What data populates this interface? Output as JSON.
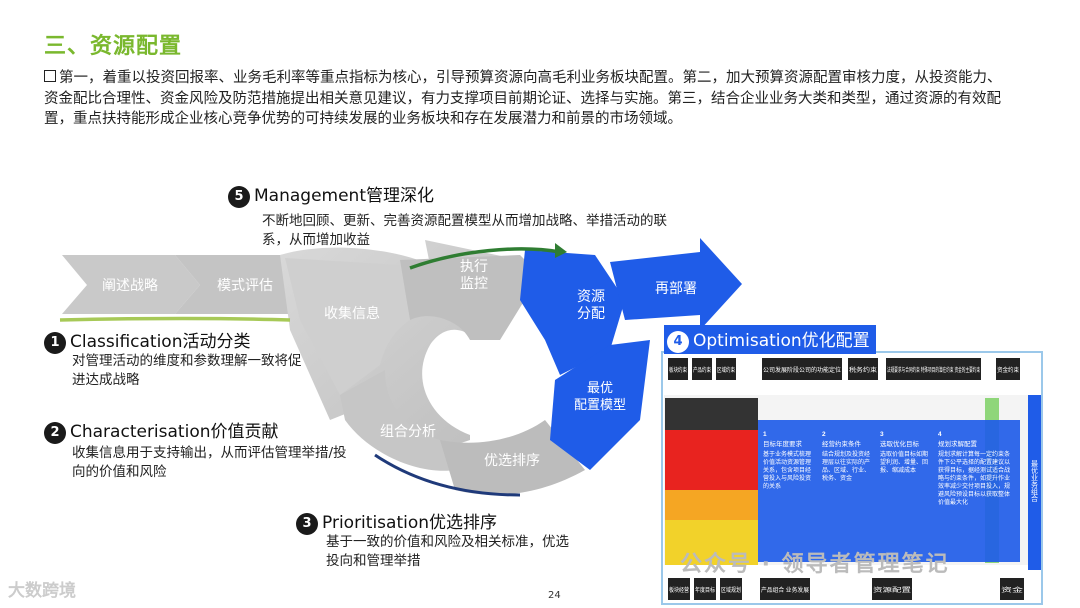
{
  "title": "三、资源配置",
  "intro": "第一，着重以投资回报率、业务毛利率等重点指标为核心，引导预算资源向高毛利业务板块配置。第二，加大预算资源配置审核力度，从投资能力、资金配比合理性、资金风险及防范措施提出相关意见建议，有力支撑项目前期论证、选择与实施。第三，结合企业业务大类和类型，通过资源的有效配置，重点扶持能形成企业核心竞争优势的可持续发展的业务板块和存在发展潜力和前景的市场领域。",
  "arrows": {
    "a1": "阐述战略",
    "a2": "模式评估",
    "collect": "收集信息",
    "exec": "执行\n监控",
    "alloc": "资源\n分配",
    "redeploy": "再部署",
    "optimal": "最优\n配置模型",
    "combine": "组合分析",
    "prioritize": "优选排序"
  },
  "steps": [
    {
      "num": "1",
      "title": "Classification活动分类",
      "desc": "对管理活动的维度和参数理解一致将促进达成战略"
    },
    {
      "num": "2",
      "title": "Characterisation价值贡献",
      "desc": "收集信息用于支持输出，从而评估管理举措/投向的价值和风险"
    },
    {
      "num": "3",
      "title": "Prioritisation优选排序",
      "desc": "基于一致的价值和风险及相关标准，优选投向和管理举措"
    },
    {
      "num": "4",
      "title": "Optimisation优化配置",
      "desc": ""
    },
    {
      "num": "5",
      "title": "Management管理深化",
      "desc": "不断地回顾、更新、完善资源配置模型从而增加战略、举措活动的联系，从而增加收益"
    }
  ],
  "panel": {
    "headers": [
      "板块约束",
      "产品约束",
      "区域约束",
      "公司发展阶段公司的功能定位",
      "税务约束",
      "法规要求与合同约束 特殊项目的潜在约束 资金的主要约束",
      "资金约束"
    ],
    "blocks": [
      {
        "n": "1",
        "title": "目标年度要求",
        "text": "基于业务模式梳理价值活动资源管理关系，包含项目经营投入与风险投资的关系"
      },
      {
        "n": "2",
        "title": "经营约束条件",
        "text": "结合规划及投资经理层以往实际的产品、区域、行业、税务、资金"
      },
      {
        "n": "3",
        "title": "选取优化目标",
        "text": "选取价值目标如期望利润、增量、回报、缩减成本"
      },
      {
        "n": "4",
        "title": "规划求解配置",
        "text": "规划求解计算每一定约束条件下公平选择的配置建议以获得目标，据经测试适合战略与约束条件，如提升作业效率减少交付项目投入，规避风险预设目标以获取整体价值最大化"
      }
    ],
    "side_label": "最优业务组合",
    "bottom_labels": [
      "板块经营",
      "年度目标",
      "区域规划",
      "产品组合 业务发展",
      "资源配置",
      "资金"
    ]
  },
  "watermark_left": "大数跨境",
  "watermark_right": "公众号 · 领导者管理笔记",
  "page_number": "24",
  "colors": {
    "green": "#7ab82e",
    "gray": "#c8c8c8",
    "blue": "#1f5ce8",
    "darkgreen": "#2f7d32"
  }
}
